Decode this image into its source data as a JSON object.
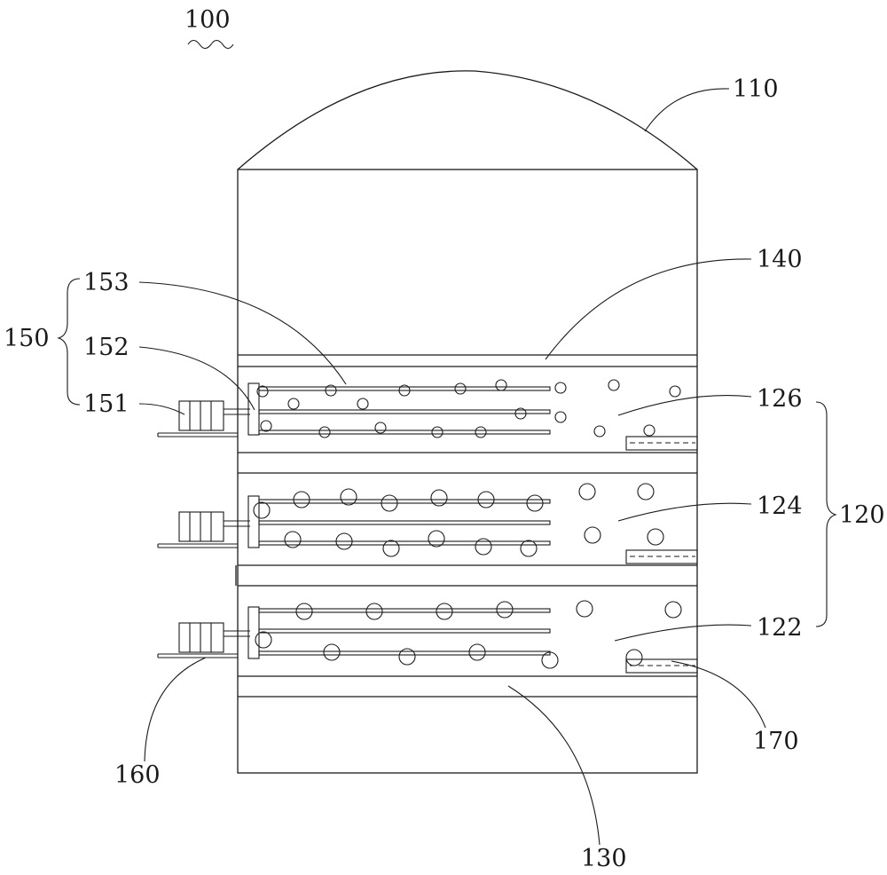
{
  "figure": {
    "labels": {
      "device": "100",
      "top_cover": "110",
      "layers_group": "120",
      "layer_bottom": "122",
      "layer_middle": "124",
      "layer_top": "126",
      "base_plate": "130",
      "top_plate": "140",
      "assembly_group": "150",
      "part_151": "151",
      "part_152": "152",
      "part_153": "153",
      "part_160": "160",
      "part_170": "170"
    }
  }
}
